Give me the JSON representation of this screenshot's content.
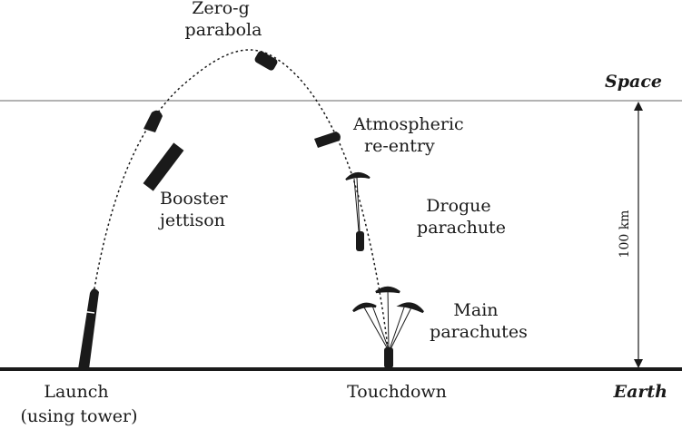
{
  "labels": {
    "zero_g": [
      "Zero-g",
      "parabola"
    ],
    "space": "Space",
    "earth": "Earth",
    "atmospheric": [
      "Atmospheric",
      "re-entry"
    ],
    "booster": [
      "Booster",
      "jettison"
    ],
    "drogue": [
      "Drogue",
      "parachute"
    ],
    "main": [
      "Main",
      "parachutes"
    ],
    "launch": [
      "Launch",
      "(using tower)"
    ],
    "touchdown": "Touchdown",
    "altitude": "100 km"
  },
  "colors": {
    "ink": "#1a1a1a",
    "space_line": "#9a9a9a"
  }
}
